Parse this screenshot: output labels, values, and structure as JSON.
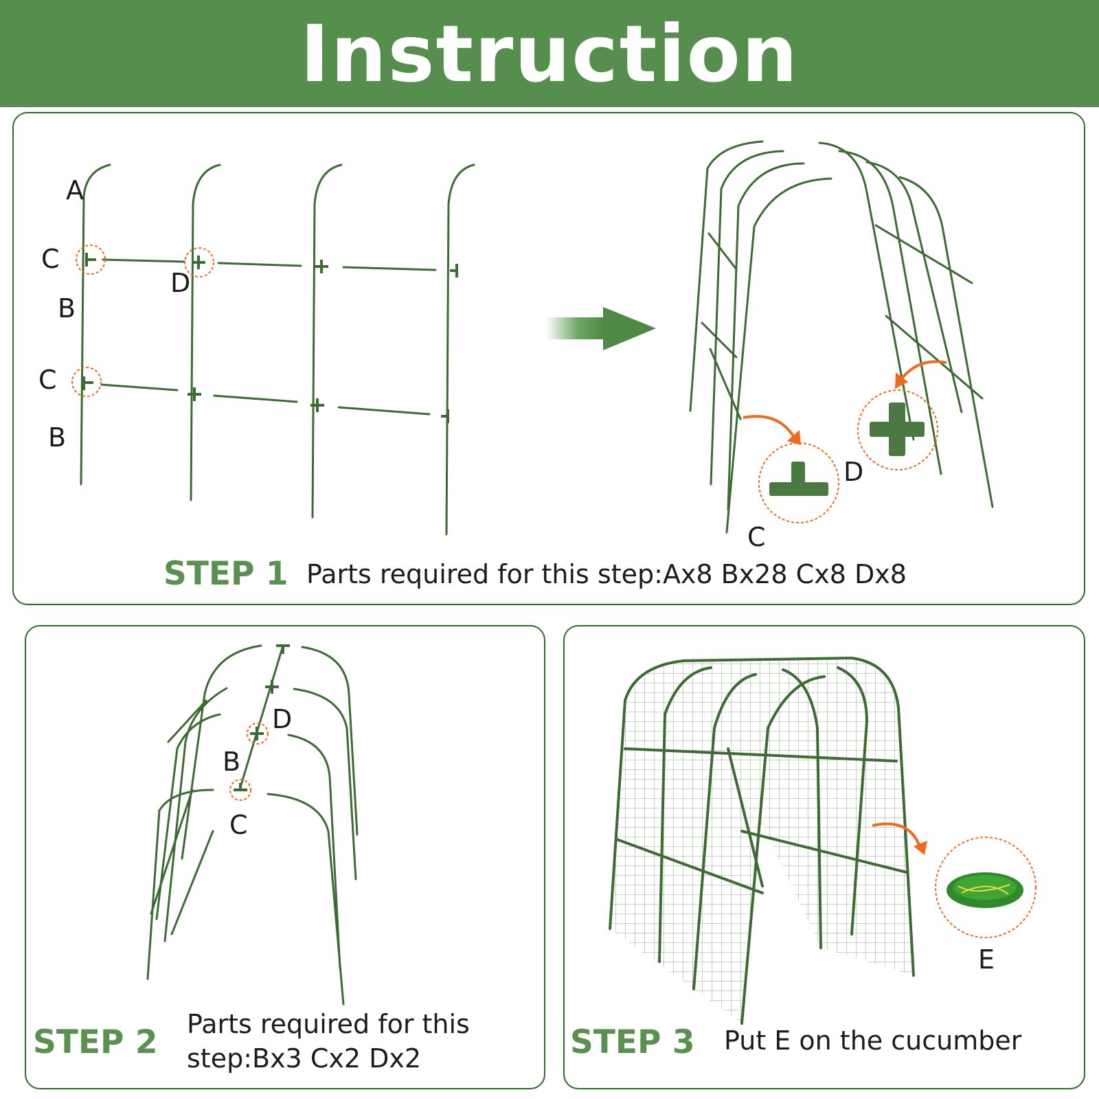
{
  "header": {
    "title": "Instruction"
  },
  "step1": {
    "label": "STEP 1",
    "text": "Parts required for this step:Ax8 Bx28 Cx8 Dx8",
    "letters": {
      "a": "A",
      "b1": "B",
      "b2": "B",
      "c1": "C",
      "c2": "C",
      "d": "D",
      "c_zoom": "C",
      "d_zoom": "D"
    }
  },
  "step2": {
    "label": "STEP 2",
    "text_line1": "Parts required for this",
    "text_line2": "step:Bx3 Cx2 Dx2",
    "letters": {
      "d": "D",
      "b": "B",
      "c": "C"
    }
  },
  "step3": {
    "label": "STEP 3",
    "text": "Put E on the cucumber",
    "letters": {
      "e": "E"
    }
  },
  "colors": {
    "banner": "#558e4d",
    "rod": "#3c6b33",
    "accent_orange": "#f06a1c",
    "step_label": "#5a9050",
    "panel_border": "#2f6a2f"
  },
  "icons": [
    "arrow-right-icon",
    "tee-connector-icon",
    "cross-connector-icon",
    "curved-arrow-icon",
    "net-roll-icon"
  ]
}
